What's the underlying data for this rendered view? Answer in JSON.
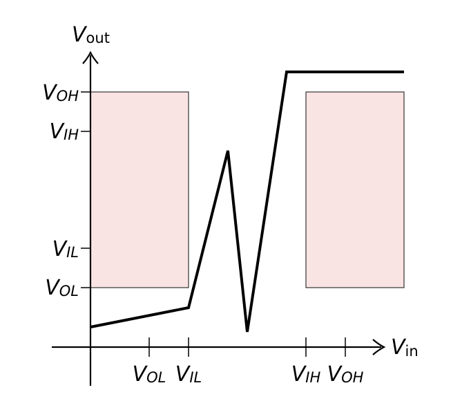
{
  "axes": {
    "y_label": {
      "main": "V",
      "sub": "out"
    },
    "x_label": {
      "main": "V",
      "sub": "in"
    }
  },
  "y_ticks": [
    {
      "main": "V",
      "sub": "OH"
    },
    {
      "main": "V",
      "sub": "IH"
    },
    {
      "main": "V",
      "sub": "IL"
    },
    {
      "main": "V",
      "sub": "OL"
    }
  ],
  "x_ticks": [
    {
      "main": "V",
      "sub": "OL"
    },
    {
      "main": "V",
      "sub": "IL"
    },
    {
      "main": "V",
      "sub": "IH"
    },
    {
      "main": "V",
      "sub": "OH"
    }
  ],
  "colors": {
    "forbidden_region_fill": "#f9e4e3",
    "forbidden_region_stroke": "#333333",
    "curve": "#000000",
    "axis": "#000000"
  }
}
